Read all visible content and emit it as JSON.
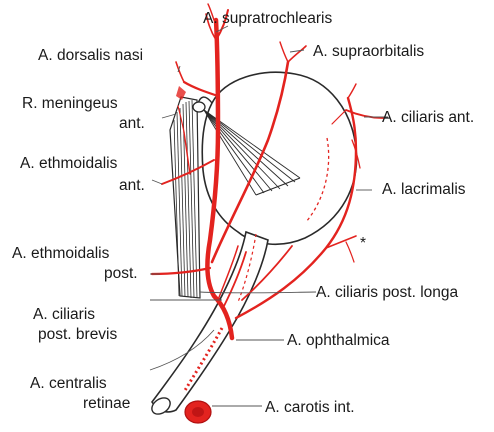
{
  "figure": {
    "labels": {
      "supratrochlearis": "A. supratrochlearis",
      "dorsalis_nasi": "A. dorsalis nasi",
      "supraorbitalis": "A. supraorbitalis",
      "meningeus_1": "R. meningeus",
      "meningeus_2": "ant.",
      "ciliaris_ant": "A. ciliaris ant.",
      "ethmoidalis_ant_1": "A. ethmoidalis",
      "ethmoidalis_ant_2": "ant.",
      "lacrimalis": "A. lacrimalis",
      "asterisk": "*",
      "ethmoidalis_post_1": "A. ethmoidalis",
      "ethmoidalis_post_2": "post.",
      "ciliaris_post_longa": "A. ciliaris post. longa",
      "ciliaris_post_brevis_1": "A. ciliaris",
      "ciliaris_post_brevis_2": "post. brevis",
      "ophthalmica": "A. ophthalmica",
      "centralis_retinae_1": "A. centralis",
      "centralis_retinae_2": "retinae",
      "carotis_int": "A. carotis int."
    },
    "colors": {
      "artery": "#e3231f",
      "outline": "#2a2a2a",
      "leader": "#555555",
      "text": "#1a1a1a"
    }
  }
}
